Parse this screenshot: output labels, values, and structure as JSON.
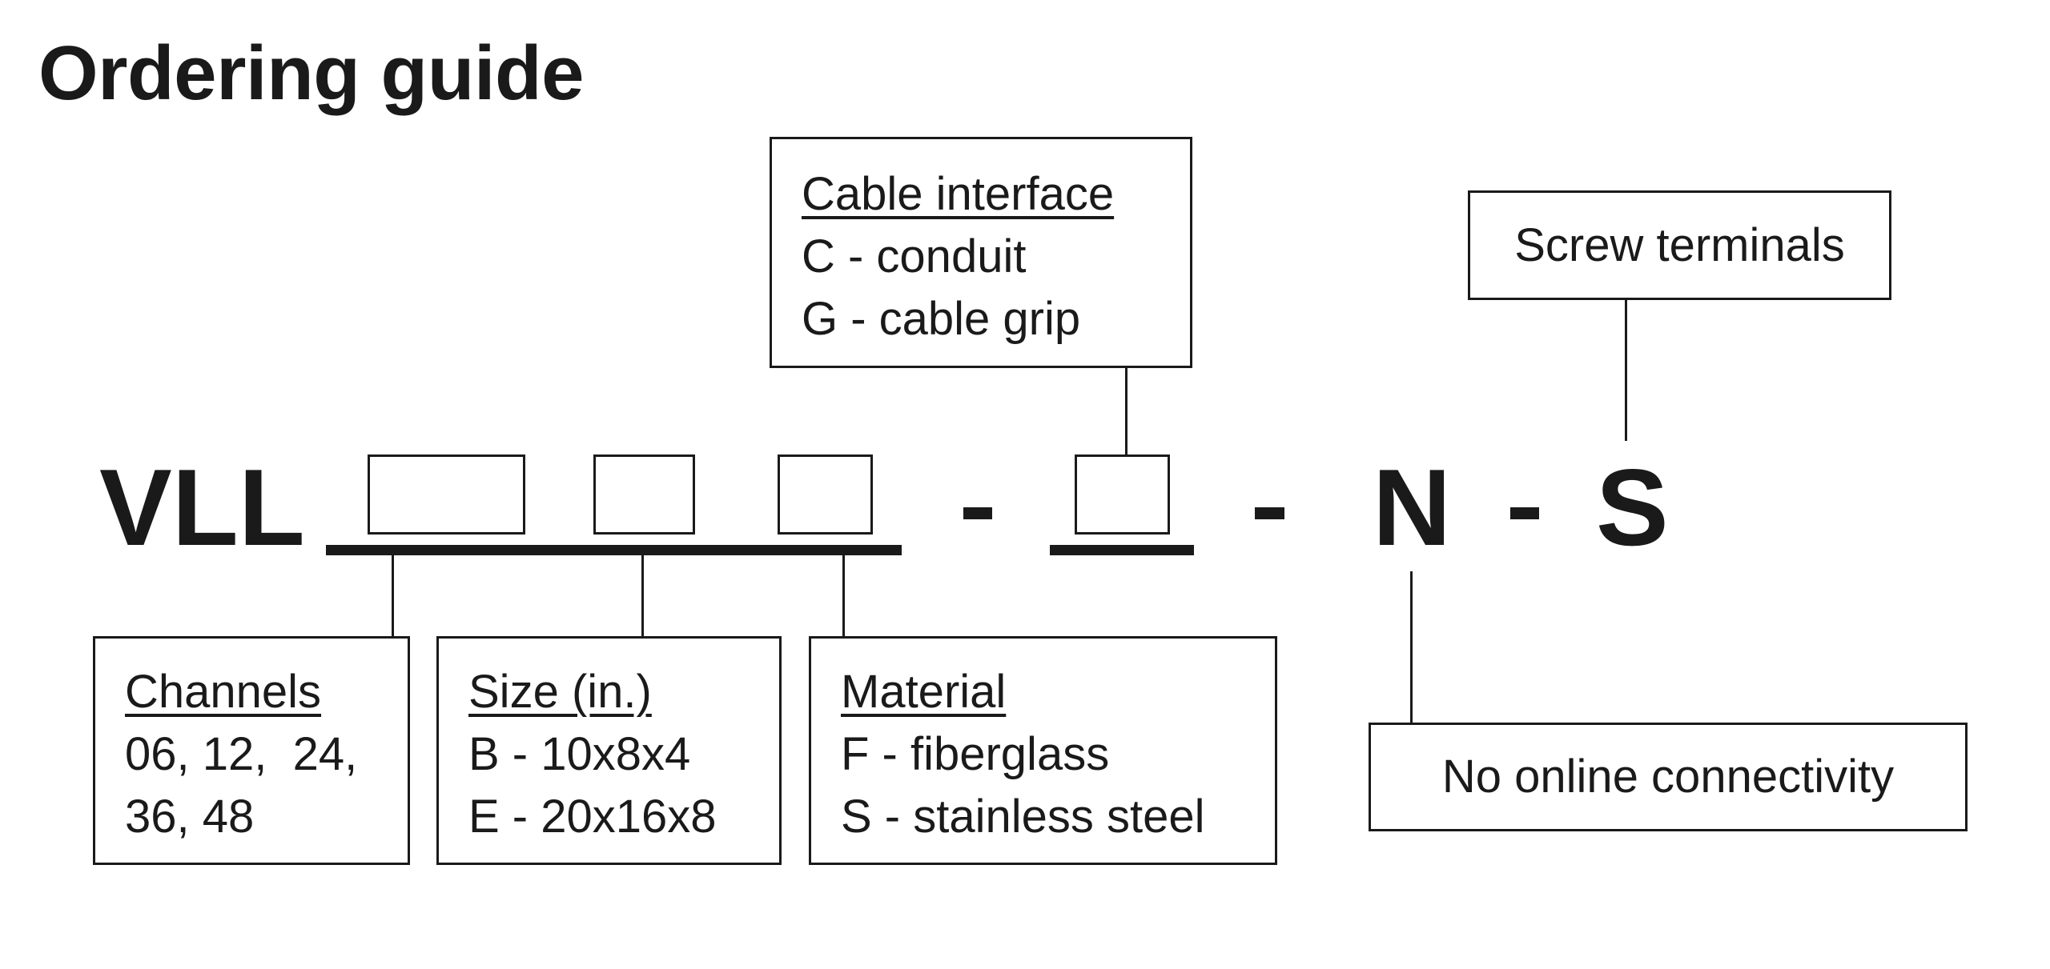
{
  "title": "Ordering guide",
  "code": {
    "prefix": "VLL",
    "separator": "-",
    "fixed_n": "N",
    "fixed_s": "S"
  },
  "boxes": {
    "cable_interface": {
      "heading": "Cable interface",
      "options": [
        "C - conduit",
        "G - cable grip"
      ]
    },
    "screw_terminals": {
      "text": "Screw terminals"
    },
    "channels": {
      "heading": "Channels",
      "options": [
        "06, 12,  24,",
        "36, 48"
      ]
    },
    "size": {
      "heading": "Size (in.)",
      "options": [
        "B - 10x8x4",
        "E - 20x16x8"
      ]
    },
    "material": {
      "heading": "Material",
      "options": [
        "F - fiberglass",
        "S - stainless steel"
      ]
    },
    "no_online": {
      "text": "No online connectivity"
    }
  },
  "colors": {
    "ink": "#1a1a1a",
    "background": "#ffffff"
  }
}
